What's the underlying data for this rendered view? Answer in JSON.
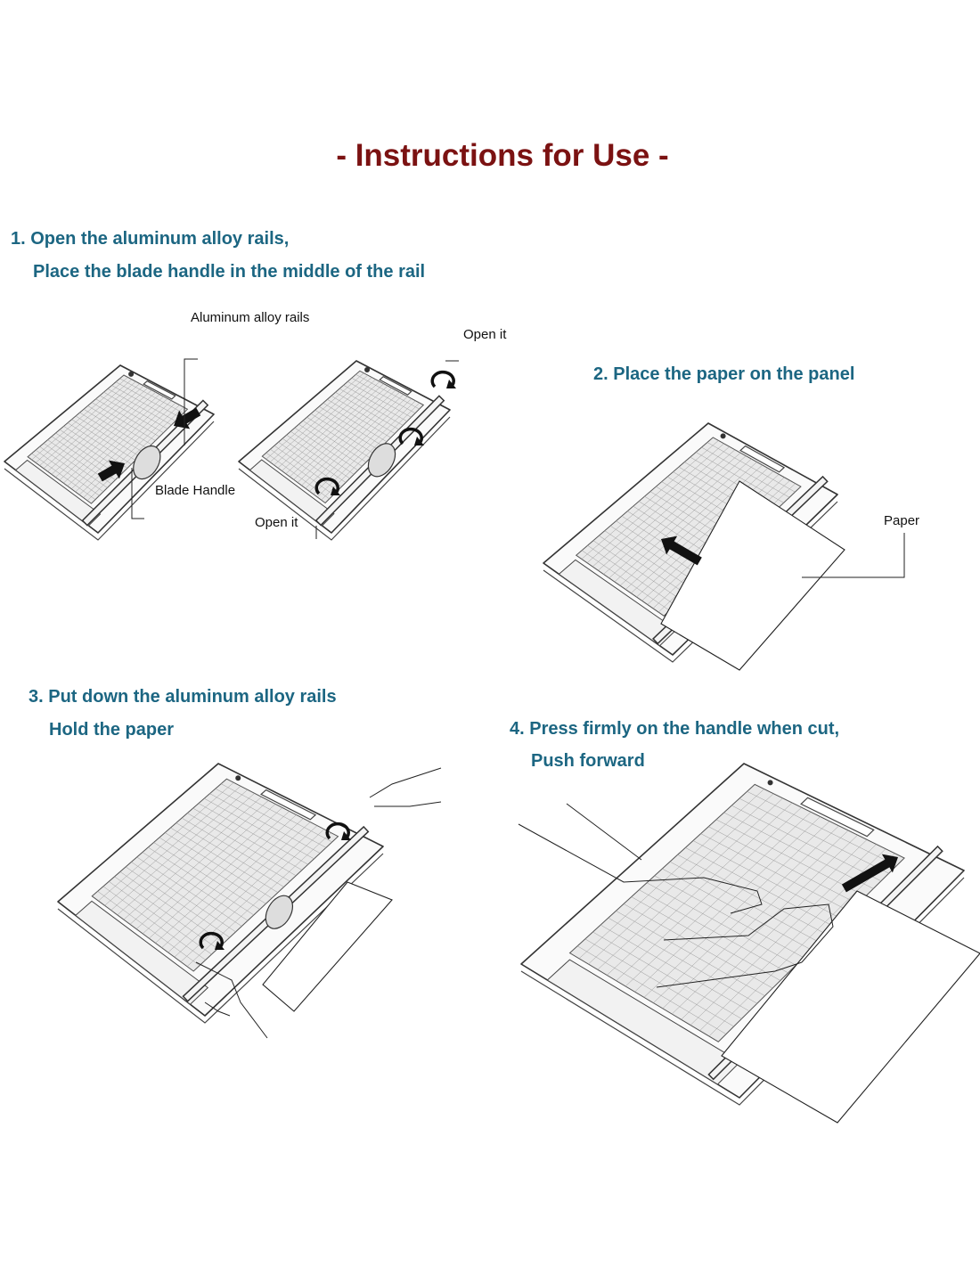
{
  "title": "- Instructions for Use -",
  "steps": [
    {
      "line1": "1. Open the aluminum alloy rails,",
      "line2": "Place the blade handle in the middle of the rail"
    },
    {
      "line1": "2. Place the paper on the panel"
    },
    {
      "line1": "3. Put down the aluminum alloy rails",
      "line2": "Hold the paper"
    },
    {
      "line1": "4. Press firmly on the handle when cut,",
      "line2": "Push forward"
    }
  ],
  "callouts": {
    "rails": "Aluminum alloy rails",
    "open_top": "Open it",
    "blade_handle": "Blade Handle",
    "open_bottom": "Open it",
    "paper": "Paper"
  },
  "colors": {
    "title": "#7b1212",
    "step": "#1c6682"
  }
}
